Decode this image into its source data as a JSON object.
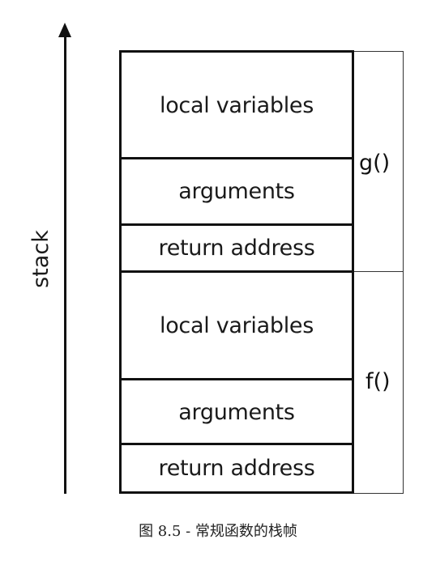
{
  "axis": {
    "label": "stack"
  },
  "frames": [
    {
      "function": "g()",
      "cells": [
        {
          "label": "local variables"
        },
        {
          "label": "arguments"
        },
        {
          "label": "return address"
        }
      ]
    },
    {
      "function": "f()",
      "cells": [
        {
          "label": "local variables"
        },
        {
          "label": "arguments"
        },
        {
          "label": "return address"
        }
      ]
    }
  ],
  "caption": "图 8.5 - 常规函数的栈帧"
}
